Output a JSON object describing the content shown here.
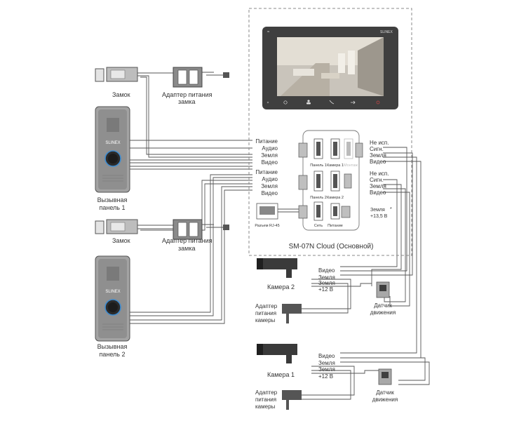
{
  "lock_1": {
    "label": "Замок"
  },
  "lock_adapter_1": {
    "label_line1": "Адаптер питания",
    "label_line2": "замка"
  },
  "panel_1": {
    "label_line1": "Вызывная",
    "label_line2": "панель 1",
    "brand": "SLINEX"
  },
  "lock_2": {
    "label": "Замок"
  },
  "lock_adapter_2": {
    "label_line1": "Адаптер питания",
    "label_line2": "замка"
  },
  "panel_2": {
    "label_line1": "Вызывная",
    "label_line2": "панель 2",
    "brand": "SLINEX"
  },
  "monitor": {
    "title": "SM-07N Cloud (Основной)",
    "brand": "SLINEX"
  },
  "terminals": {
    "group1": [
      "Питание",
      "Аудио",
      "Земля",
      "Видео"
    ],
    "group2": [
      "Питание",
      "Аудио",
      "Земля",
      "Видео"
    ],
    "right1": [
      "Не исп.",
      "Сигн.",
      "Земля",
      "Видео"
    ],
    "right2": [
      "Не исп.",
      "Сигн.",
      "Земля",
      "Видео"
    ],
    "power": [
      "Земля",
      "+13,5 В"
    ],
    "power_asterisk": "*"
  },
  "connectors": {
    "panel1": "Панель 1",
    "camera1": "Камера 1",
    "faded": "Монтаж",
    "panel2": "Панель 2",
    "camera2": "Камера 2",
    "network": "Сеть",
    "power": "Питание",
    "rj45": "Разъем RJ-45"
  },
  "camera_2": {
    "label": "Камера 2",
    "wires": [
      "Видео",
      "Земля",
      "Земля",
      "+12 В"
    ]
  },
  "camera_adapter_2": {
    "lines": [
      "Адаптер",
      "питания",
      "камеры"
    ]
  },
  "sensor_2": {
    "lines": [
      "Датчик",
      "движения"
    ]
  },
  "camera_1": {
    "label": "Камера 1",
    "wires": [
      "Видео",
      "Земля",
      "Земля",
      "+12 В"
    ]
  },
  "camera_adapter_1": {
    "lines": [
      "Адаптер",
      "питания",
      "камеры"
    ]
  },
  "sensor_1": {
    "lines": [
      "Датчик",
      "движения"
    ]
  }
}
